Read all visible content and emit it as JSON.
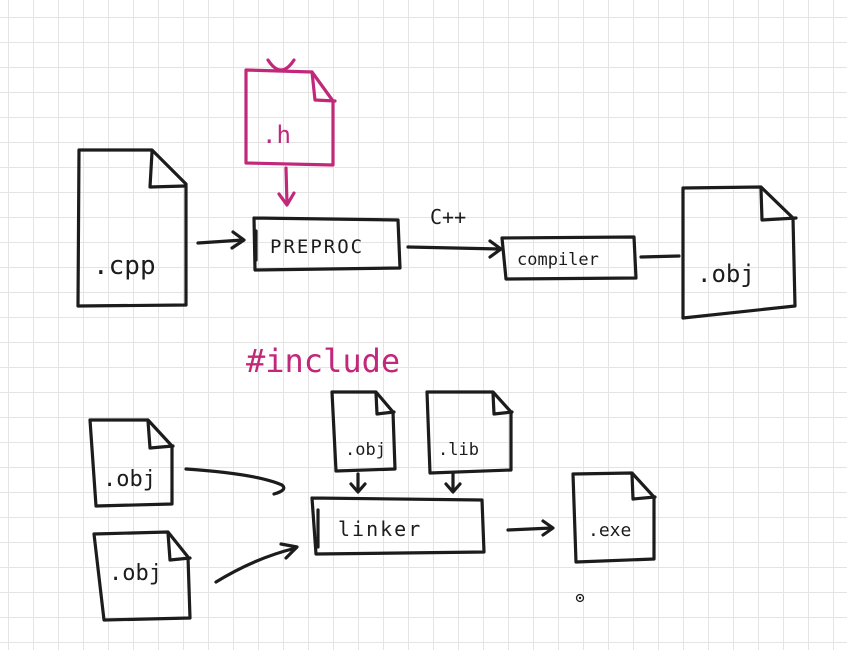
{
  "colors": {
    "ink": "#1c1c1c",
    "accent": "#c2287a",
    "grid": "#e4e4e4",
    "background": "#ffffff"
  },
  "diagram": {
    "labels": {
      "cpp": ".cpp",
      "h": ".h",
      "preproc": "PREPROC",
      "cpp_annotation": "C++",
      "compiler": "compiler",
      "obj_out": ".obj",
      "include": "#include",
      "obj_in1": ".obj",
      "obj_in2": ".obj",
      "obj_top": ".obj",
      "lib_top": ".lib",
      "linker": "linker",
      "exe": ".exe"
    }
  }
}
